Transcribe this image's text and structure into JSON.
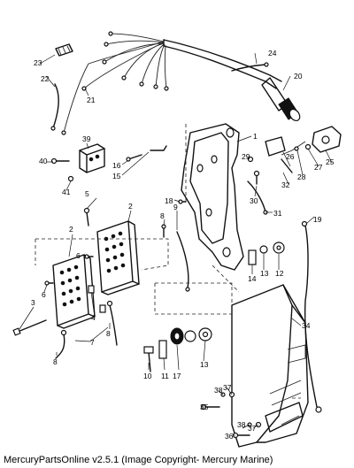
{
  "callouts": [
    "1",
    "2",
    "3",
    "4",
    "5",
    "6",
    "7",
    "8",
    "9",
    "10",
    "11",
    "12",
    "13",
    "14",
    "15",
    "16",
    "17",
    "18",
    "19",
    "20",
    "21",
    "22",
    "23",
    "24",
    "25",
    "26",
    "27",
    "28",
    "29",
    "30",
    "31",
    "32",
    "34",
    "35",
    "36",
    "37",
    "38",
    "39",
    "40",
    "41"
  ],
  "caption": "MercuryPartsOnline v2.5.1 (Image Copyright- Mercury Marine)"
}
